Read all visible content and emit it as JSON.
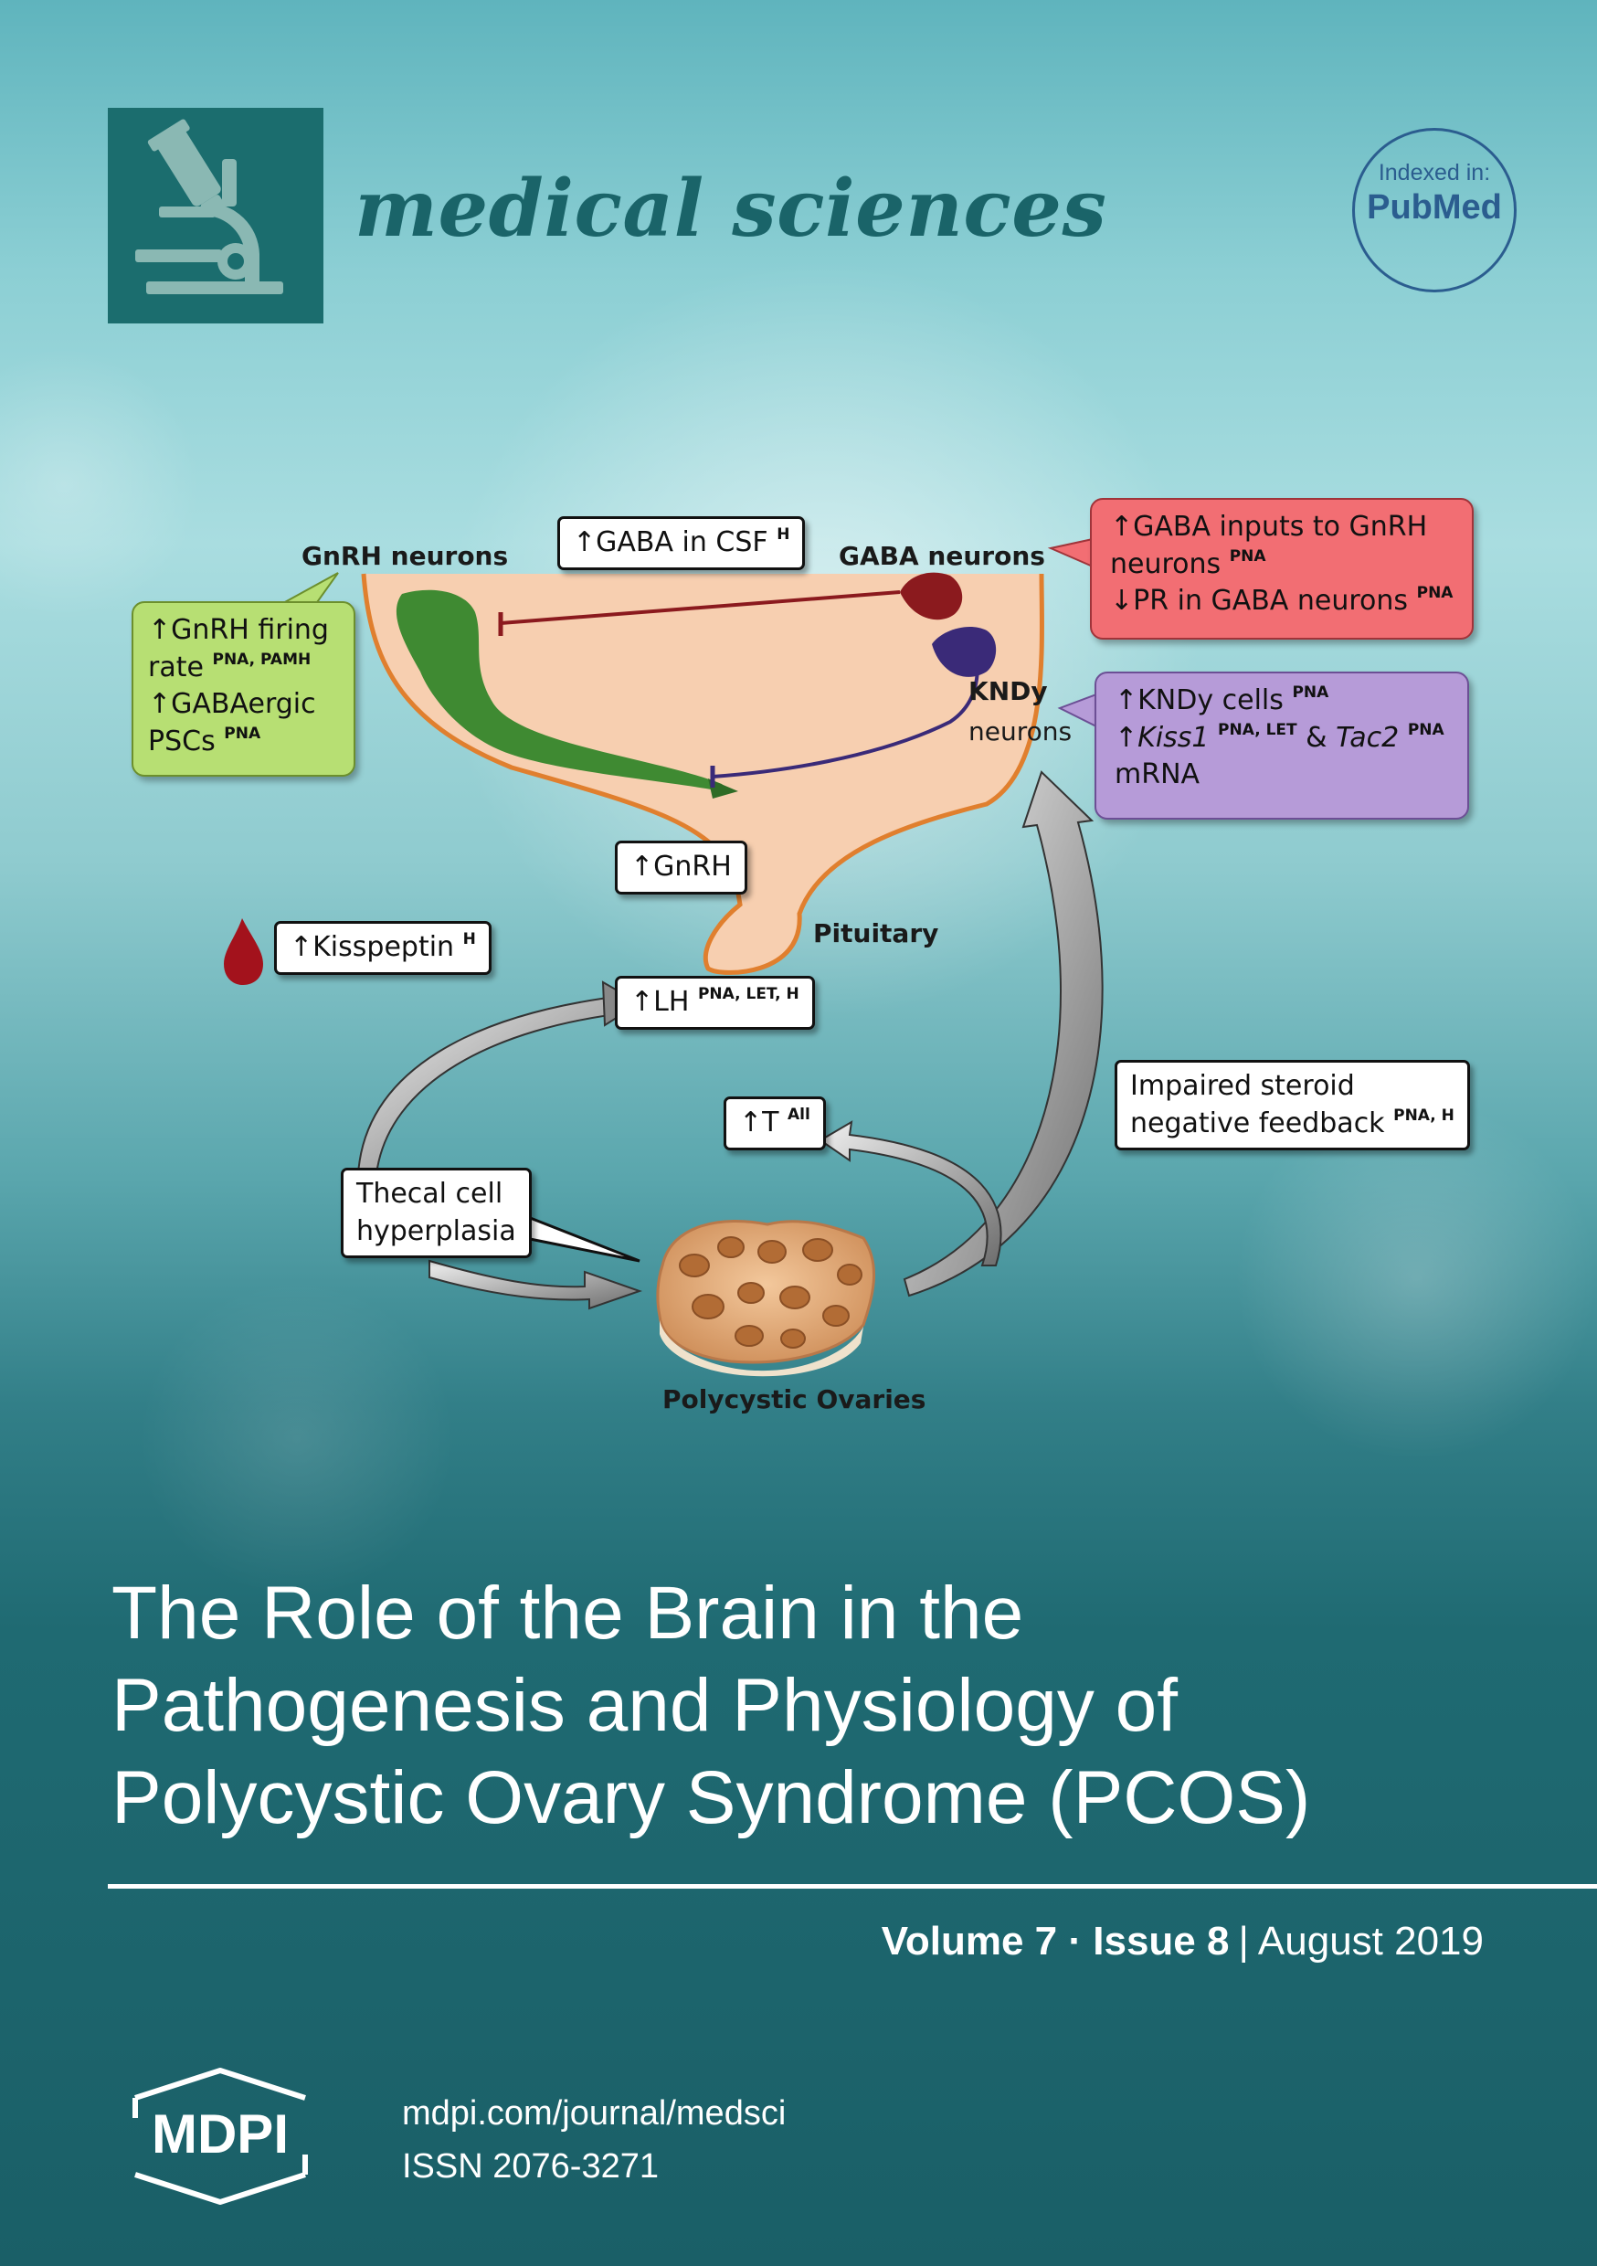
{
  "journal": {
    "name": "medical sciences",
    "logo_icon": "microscope-icon",
    "colors": {
      "brand": "#1b6d6e",
      "background": "#2d7a83",
      "text": "#ffffff"
    }
  },
  "indexed": {
    "label": "Indexed in:",
    "service": "PubMed"
  },
  "figure": {
    "labels": {
      "gnrh_neurons": "GnRH neurons",
      "gaba_neurons": "GABA neurons",
      "kndy_1": "KNDy",
      "kndy_2": "neurons",
      "pituitary": "Pituitary",
      "ovaries": "Polycystic Ovaries"
    },
    "boxes": {
      "gaba_csf": {
        "text": "↑GABA in CSF",
        "sup": "H"
      },
      "gnrh": {
        "text": "↑GnRH"
      },
      "kisspeptin": {
        "text": "↑Kisspeptin",
        "sup": "H"
      },
      "lh": {
        "text": "↑LH",
        "sup": "PNA, LET, H"
      },
      "testosterone": {
        "text": "↑T",
        "sup": "All"
      },
      "steroid_1": "Impaired steroid",
      "steroid_2": "negative feedback",
      "steroid_sup": "PNA, H",
      "thecal_1": "Thecal cell",
      "thecal_2": "hyperplasia"
    },
    "red_box": {
      "line1": "↑GABA inputs to GnRH",
      "line2": "neurons",
      "line2_sup": "PNA",
      "line3": "↓PR in GABA neurons",
      "line3_sup": "PNA"
    },
    "purple_box": {
      "line1": "↑KNDy cells",
      "line1_sup": "PNA",
      "arrow": "↑",
      "kiss": "Kiss1",
      "kiss_sup": "PNA, LET",
      "amp": "&",
      "tac": "Tac2",
      "tac_sup": "PNA",
      "line3": "mRNA"
    },
    "green_box": {
      "line1": "↑GnRH firing",
      "line2": "rate",
      "line2_sup": "PNA, PAMH",
      "line3": "↑GABAergic",
      "line4": "PSCs",
      "line4_sup": "PNA"
    },
    "colors": {
      "brain": "#f7cfb0",
      "brain_outline": "#e07f2e",
      "gnrh_neuron": "#3f8a32",
      "gaba_neuron": "#8b1a1e",
      "kndy_neuron": "#3a2a78",
      "red_box": "#f26e73",
      "purple_box": "#b69bd8",
      "green_box": "#b7df73"
    }
  },
  "article": {
    "title_lines": [
      "The Role of the Brain in the",
      "Pathogenesis and Physiology of",
      "Polycystic Ovary Syndrome (PCOS)"
    ]
  },
  "issue": {
    "volume": "Volume 7",
    "dot": "·",
    "number": "Issue 8",
    "separator": "|",
    "date": "August 2019"
  },
  "publisher": {
    "name": "MDPI",
    "url": "mdpi.com/journal/medsci",
    "issn": "ISSN 2076-3271"
  }
}
